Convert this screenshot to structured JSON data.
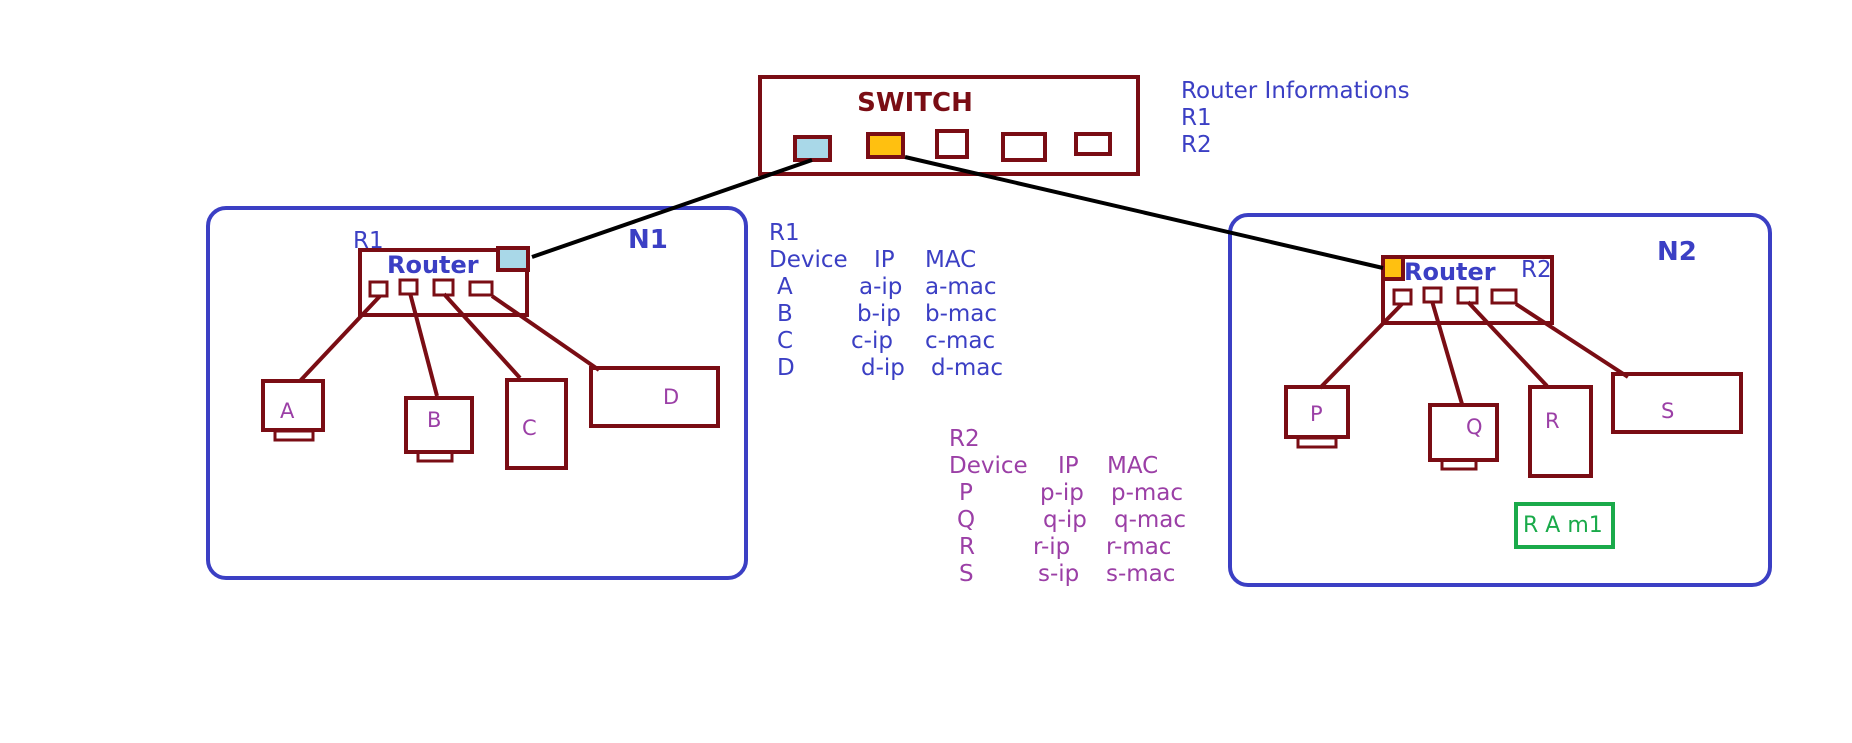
{
  "colors": {
    "maroon": "#7a0d14",
    "blue": "#3b3fc4",
    "purple": "#9b3fa6",
    "green": "#1aaa4a",
    "port_light_blue": "#a9d8e8",
    "port_orange": "#ffc010",
    "link": "#000000"
  },
  "switch": {
    "label": "SWITCH"
  },
  "router_info": {
    "title": "Router Informations",
    "r1": "R1",
    "r2": "R2"
  },
  "network1": {
    "name": "N1",
    "router_tag": "R1",
    "router_label": "Router",
    "devices": [
      "A",
      "B",
      "C",
      "D"
    ]
  },
  "network2": {
    "name": "N2",
    "router_tag": "R2",
    "router_label": "Router",
    "devices": [
      "P",
      "Q",
      "R",
      "S"
    ],
    "extra_box": "R A m1"
  },
  "table_r1": {
    "title": "R1",
    "header": [
      "Device",
      "IP",
      "MAC"
    ],
    "rows": [
      [
        "A",
        "a-ip",
        "a-mac"
      ],
      [
        "B",
        "b-ip",
        "b-mac"
      ],
      [
        "C",
        "c-ip",
        "c-mac"
      ],
      [
        "D",
        "d-ip",
        "d-mac"
      ]
    ]
  },
  "table_r2": {
    "title": "R2",
    "header": [
      "Device",
      "IP",
      "MAC"
    ],
    "rows": [
      [
        "P",
        "p-ip",
        "p-mac"
      ],
      [
        "Q",
        "q-ip",
        "q-mac"
      ],
      [
        "R",
        "r-ip",
        "r-mac"
      ],
      [
        "S",
        "s-ip",
        "s-mac"
      ]
    ]
  }
}
